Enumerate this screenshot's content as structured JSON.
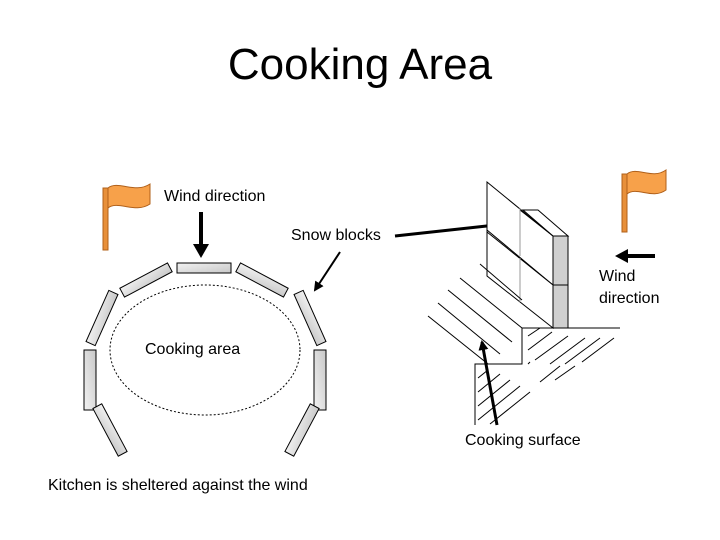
{
  "title": "Cooking Area",
  "labels": {
    "wind_direction_left": "Wind direction",
    "snow_blocks": "Snow blocks",
    "wind_direction_right_1": "Wind",
    "wind_direction_right_2": "direction",
    "cooking_area": "Cooking area",
    "cooking_surface": "Cooking surface",
    "caption": "Kitchen is sheltered against the wind"
  },
  "colors": {
    "flag": "#f7a14a",
    "flag_pole": "#e07a20",
    "block_fill": "#d9d9d9",
    "line": "#000000"
  }
}
